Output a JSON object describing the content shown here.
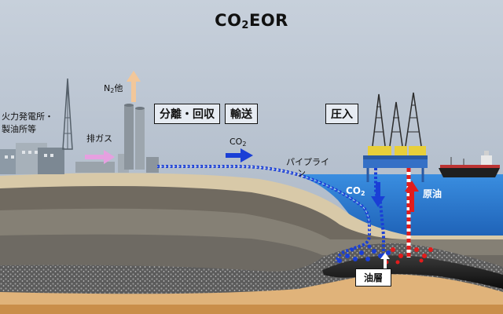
{
  "title_main": "CO",
  "title_sub": "2",
  "title_tail": "EOR",
  "labels": {
    "power_plant_line1": "火力発電所・",
    "power_plant_line2": "製油所等",
    "exhaust_gas": "排ガス",
    "n2_main": "N",
    "n2_sub": "2",
    "n2_tail": "他",
    "co2_main": "CO",
    "co2_sub": "2",
    "pipeline_line1": "パイプライ",
    "pipeline_line2": "ン",
    "injected_co2_main": "CO",
    "injected_co2_sub": "2",
    "crude_oil": "原油",
    "oil_layer": "油層"
  },
  "process_boxes": {
    "separation_recovery": "分離・回収",
    "transport": "輸送",
    "injection": "圧入"
  },
  "colors": {
    "sky": "#b9c4d2",
    "sea": "#2a7fd4",
    "co2_flow": "#1a3fd6",
    "crude_flow": "#e21c1c",
    "exhaust_arrow": "#e6a0e0",
    "n2_arrow": "#f2c79a",
    "platform_yellow": "#e8cf3a"
  }
}
